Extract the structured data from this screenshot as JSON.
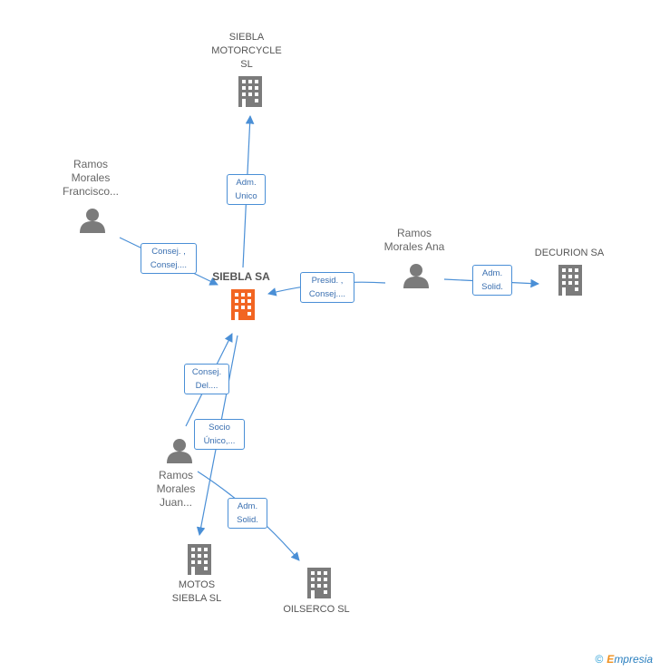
{
  "colors": {
    "edge": "#4a8fd6",
    "building": "#7b7b7b",
    "building_center": "#f26522",
    "person": "#7b7b7b"
  },
  "nodes": {
    "siebla_motorcycle": {
      "label": "SIEBLA\nMOTORCYCLE\nSL",
      "icon": "building-icon"
    },
    "siebla_sa": {
      "label": "SIEBLA SA",
      "icon": "building-icon"
    },
    "ramos_francisco": {
      "label": "Ramos\nMorales\nFrancisco...",
      "icon": "person-icon"
    },
    "ramos_ana": {
      "label": "Ramos\nMorales Ana",
      "icon": "person-icon"
    },
    "decurion": {
      "label": "DECURION SA",
      "icon": "building-icon"
    },
    "ramos_juan": {
      "label": "Ramos\nMorales\nJuan...",
      "icon": "person-icon"
    },
    "motos_siebla": {
      "label": "MOTOS\nSIEBLA  SL",
      "icon": "building-icon"
    },
    "oilserco": {
      "label": "OILSERCO SL",
      "icon": "building-icon"
    }
  },
  "edges": {
    "adm_unico": "Adm.\nUnico",
    "consej_francisco": "Consej. ,\nConsej....",
    "presid_ana": "Presid. ,\nConsej....",
    "adm_solid_decurion": "Adm.\nSolid.",
    "consej_del_juan": "Consej.\nDel....",
    "socio_unico": "Socio\nÚnico,...",
    "adm_solid_oilserco": "Adm.\nSolid."
  },
  "watermark": {
    "symbol": "©",
    "brand_first": "E",
    "brand_rest": "mpresia"
  }
}
